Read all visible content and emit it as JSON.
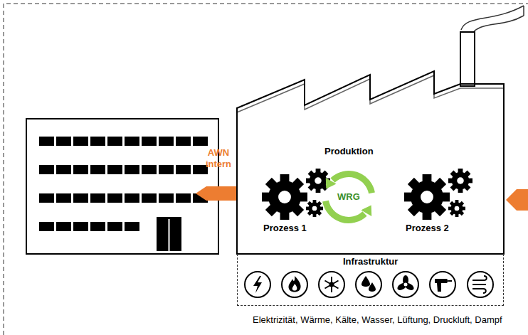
{
  "diagram": {
    "nodes": [
      {
        "text": [
          "Produktion"
        ]
      },
      {
        "text": [
          "WRG"
        ],
        "in": 0
      },
      {
        "text": [
          "Infrastruktur"
        ]
      }
    ],
    "labels": [
      "AWN intern",
      "Prozess 1",
      "Prozess 2",
      "Elektrizität, Wärme, Kälte, Wasser, Lüftung, Druckluft, Dampf"
    ]
  }
}
